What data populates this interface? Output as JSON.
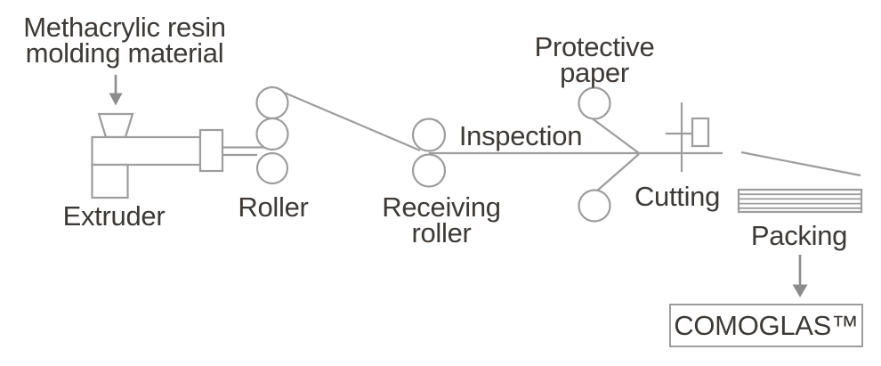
{
  "diagram": {
    "labels": {
      "material_line1": "Methacrylic resin",
      "material_line2": "molding material",
      "extruder": "Extruder",
      "roller": "Roller",
      "receiving_line1": "Receiving",
      "receiving_line2": "roller",
      "inspection": "Inspection",
      "protective_line1": "Protective",
      "protective_line2": "paper",
      "cutting": "Cutting",
      "packing": "Packing",
      "product": "COMOGLAS™"
    },
    "process_steps": [
      "Methacrylic resin molding material",
      "Extruder",
      "Roller",
      "Receiving roller",
      "Inspection",
      "Protective paper",
      "Cutting",
      "Packing",
      "COMOGLAS™"
    ],
    "colors": {
      "shape_line": "#9d9d9d",
      "arrow": "#8c8c8c",
      "text": "#3d3936",
      "background": "#ffffff"
    }
  }
}
